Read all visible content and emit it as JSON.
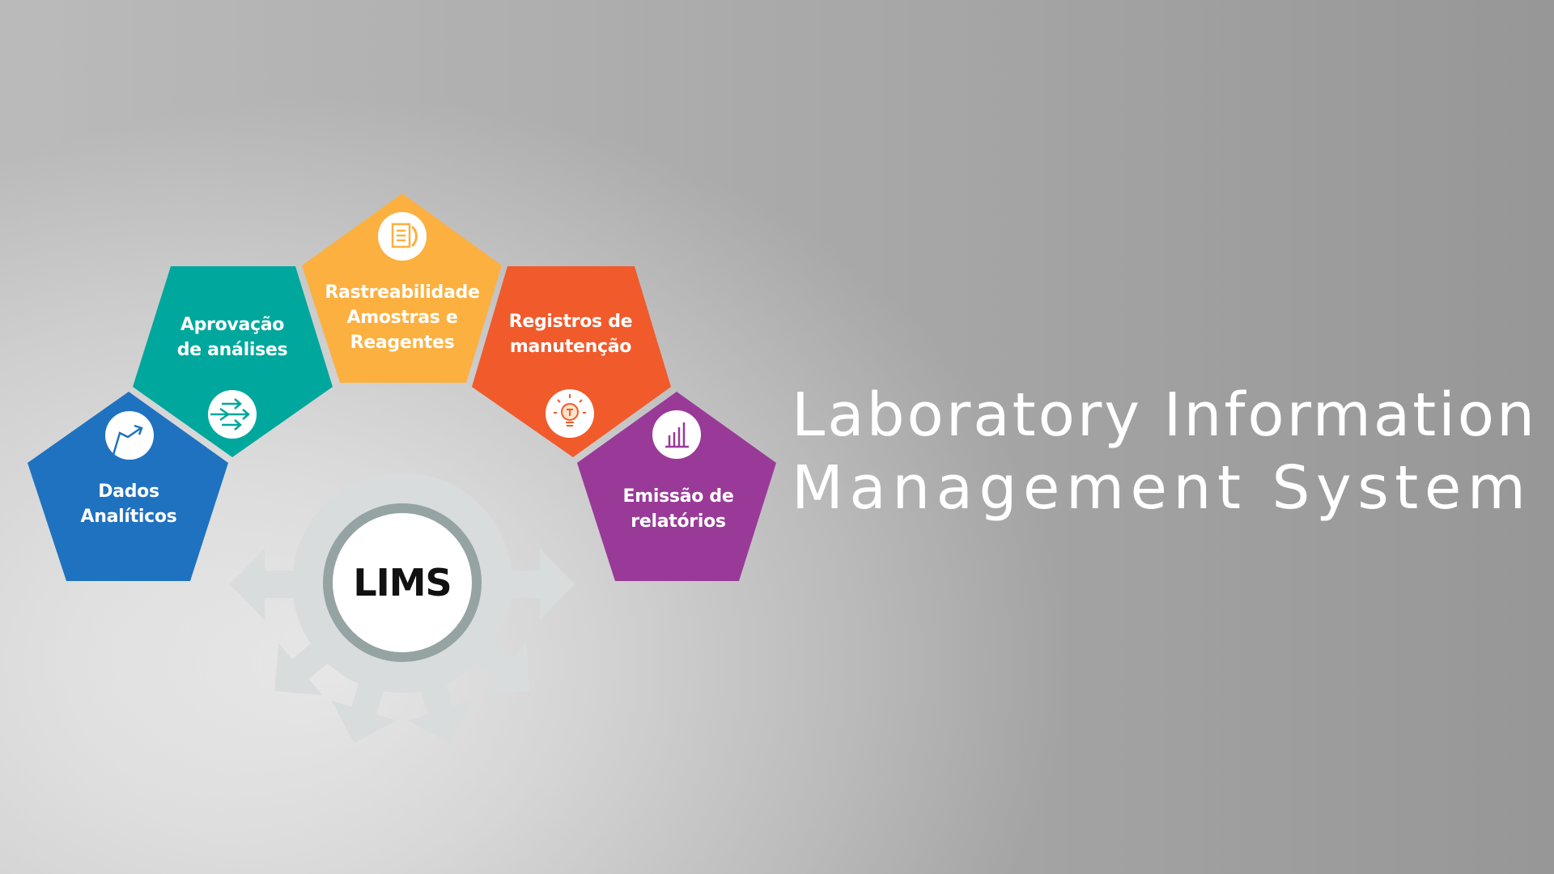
{
  "title": {
    "line1": "Laboratory Information",
    "line2": "Management System"
  },
  "center": {
    "label": "LIMS",
    "ring_color": "#95a3a3",
    "halo_color": "#d9dcdc"
  },
  "modules": [
    {
      "id": "dados",
      "line1": "Dados",
      "line2": "Analíticos",
      "color": "#1f72bf",
      "icon": "trending-chart-icon"
    },
    {
      "id": "aprovacao",
      "line1": "Aprovação",
      "line2": "de análises",
      "color": "#00a79d",
      "icon": "flow-arrows-icon"
    },
    {
      "id": "rastreabilidade",
      "line1": "Rastreabilidade",
      "line2": "Amostras e",
      "line3": "Reagentes",
      "color": "#fbb040",
      "icon": "document-icon"
    },
    {
      "id": "registros",
      "line1": "Registros de",
      "line2": "manutenção",
      "color": "#f15a2b",
      "icon": "lightbulb-icon"
    },
    {
      "id": "emissao",
      "line1": "Emissão de",
      "line2": "relatórios",
      "color": "#993a98",
      "icon": "bar-chart-icon"
    }
  ]
}
